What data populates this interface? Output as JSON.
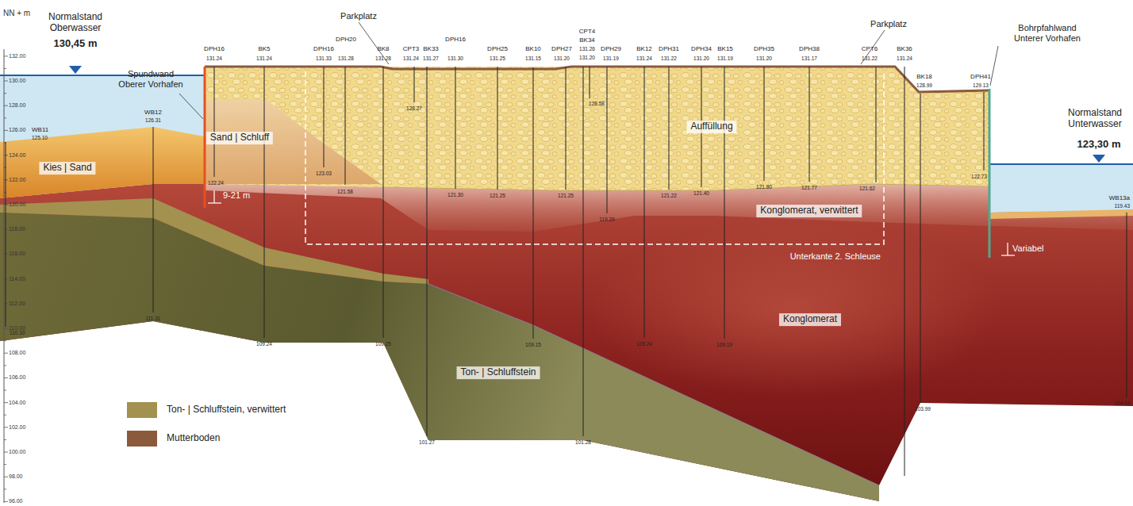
{
  "diagram": {
    "labels": [
      "NN + m",
      "132.00",
      "130.00",
      "128.00",
      "126.00",
      "124.00",
      "122.00",
      "120.00",
      "118.00",
      "116.00",
      "114.00",
      "112.00",
      "110.00",
      "108.00",
      "106.00",
      "104.00",
      "102.00",
      "100.00",
      "98.00",
      "96.00",
      "Normalstand Oberwasser",
      "130,45 m",
      "Spundwand Oberer Vorhafen",
      "Parkplatz",
      "Parkplatz",
      "Bohrpfahlwand Unterer Vorhafen",
      "Normalstand Unterwasser",
      "123,30 m",
      "WB11",
      "125.10",
      "110.10",
      "WB12",
      "126.31",
      "111.31",
      "DPH16",
      "131.24",
      "122.24",
      "BK5",
      "131.24",
      "109.24",
      "DPH16",
      "131.33",
      "123.03",
      "DPH20",
      "131.28",
      "121.58",
      "BK8",
      "131.28",
      "109.25",
      "CPT3",
      "131.24",
      "128.27",
      "BK33",
      "131.27",
      "101.27",
      "DPH16",
      "131.30",
      "121.30",
      "DPH25",
      "131.25",
      "121.25",
      "BK10",
      "131.15",
      "109.15",
      "DPH27",
      "131.20",
      "121.25",
      "CPT4",
      "131.26",
      "128.58",
      "BK34",
      "131.20",
      "101.28",
      "DPH29",
      "131.19",
      "119.29",
      "BK12",
      "131.24",
      "109.24",
      "DPH31",
      "131.22",
      "121.22",
      "DPH34",
      "131.20",
      "121.40",
      "BK15",
      "131.19",
      "109.19",
      "DPH35",
      "131.20",
      "121.80",
      "DPH38",
      "131.17",
      "121.77",
      "CPT6",
      "131.22",
      "121.62",
      "BK36",
      "131.24",
      "BK18",
      "128.99",
      "103.99",
      "DPH41",
      "129.13",
      "122.73",
      "WB13a",
      "119.43",
      "104.43",
      "Kies | Sand",
      "Sand | Schluff",
      "9-21 m",
      "Auffüllung",
      "Konglomerat, verwittert",
      "Unterkante 2. Schleuse",
      "Variabel",
      "Konglomerat",
      "Ton- | Schluffstein"
    ],
    "legend": [
      {
        "text": "Ton- | Schluffstein, verwittert",
        "color": "#a39150"
      },
      {
        "text": "Mutterboden",
        "color": "#8b5a3c"
      }
    ]
  }
}
